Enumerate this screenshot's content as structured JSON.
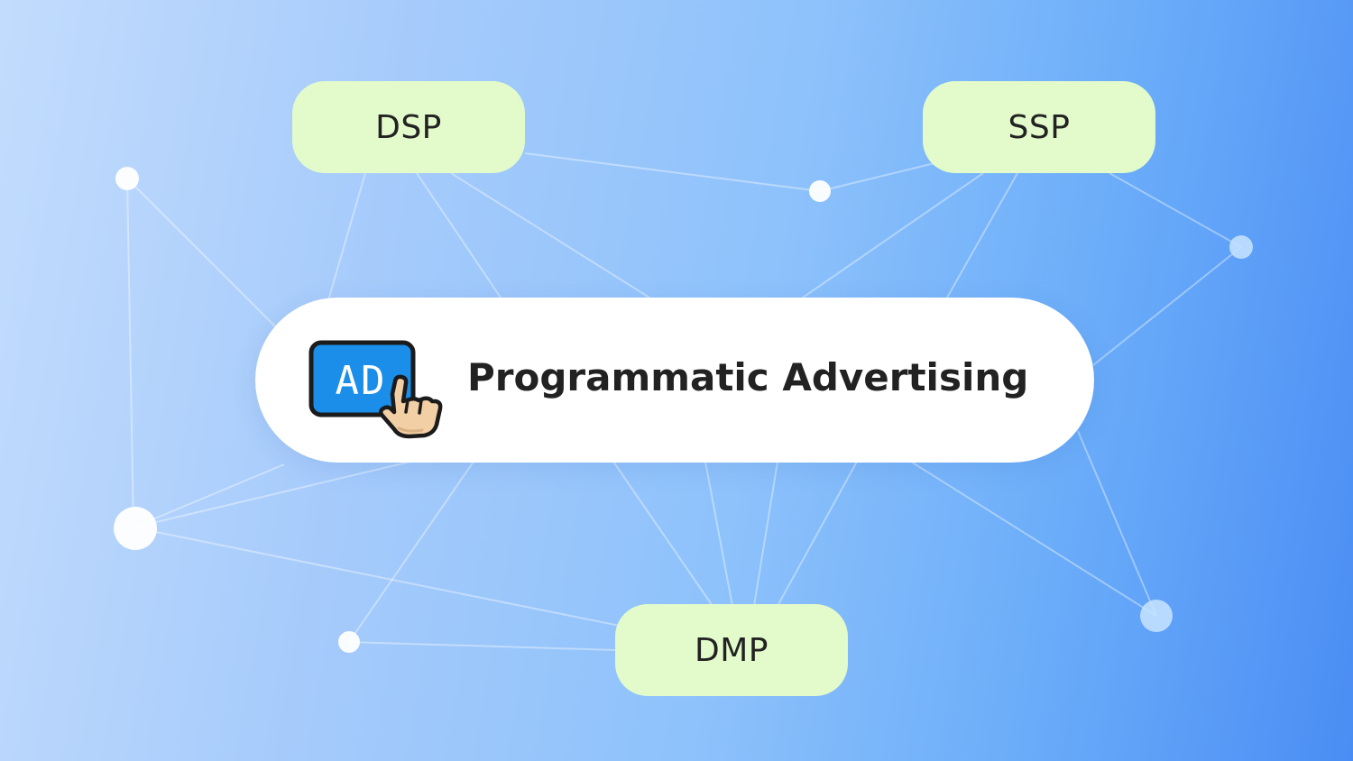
{
  "diagram": {
    "center": {
      "title": "Programmatic Advertising",
      "icon": {
        "name": "ad-click-icon",
        "badge_text": "AD",
        "badge_color": "#1a8ee8",
        "hand_color": "#f2cfa5"
      }
    },
    "nodes": [
      {
        "id": "dsp",
        "label": "DSP"
      },
      {
        "id": "ssp",
        "label": "SSP"
      },
      {
        "id": "dmp",
        "label": "DMP"
      }
    ]
  },
  "colors": {
    "background_start": "#c3dcfd",
    "background_end": "#4a8df4",
    "node_fill": "#e3fbcb",
    "center_fill": "#ffffff",
    "text": "#222222",
    "network_line": "#ffffff"
  }
}
